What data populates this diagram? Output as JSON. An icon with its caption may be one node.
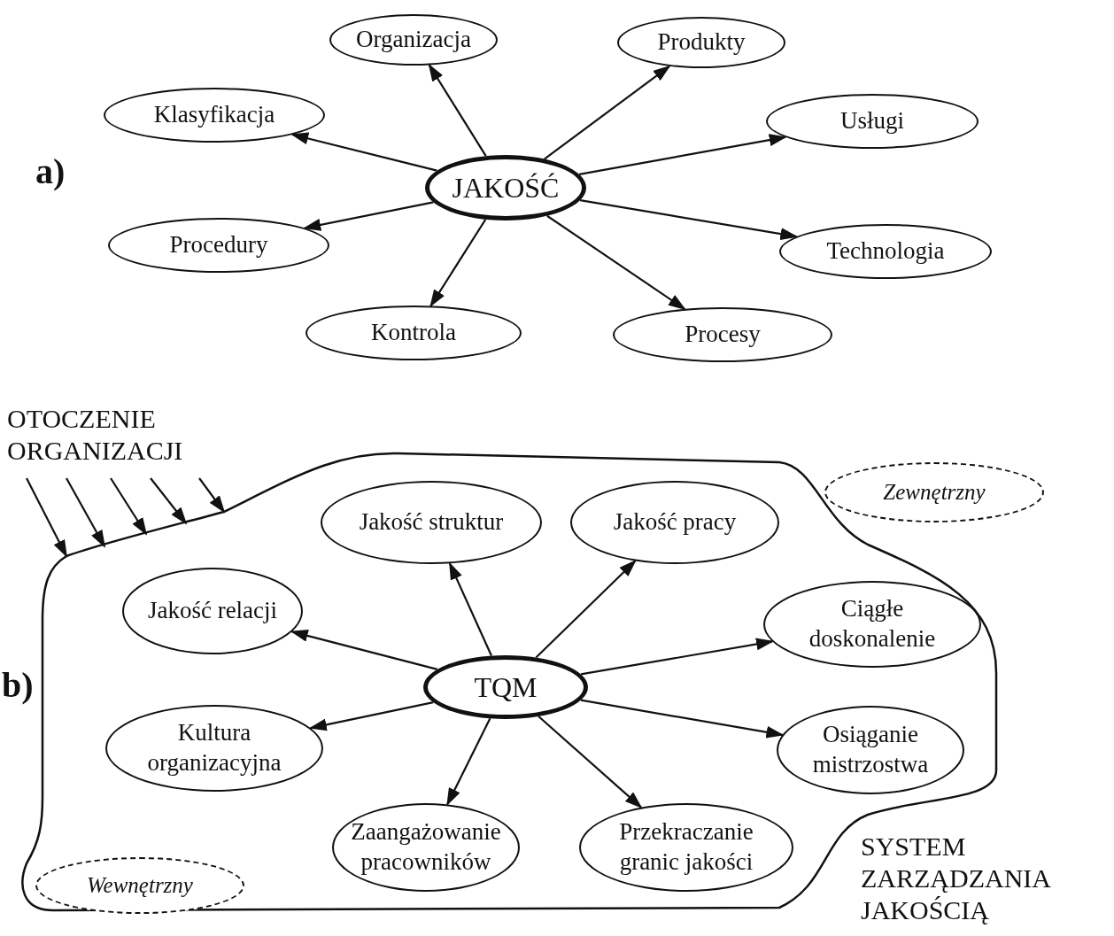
{
  "diagram": {
    "nodes": [
      {
        "text": [
          "Organizacja"
        ]
      },
      {
        "text": [
          "Produkty"
        ]
      },
      {
        "text": [
          "Klasyfikacja"
        ]
      },
      {
        "text": [
          "Usługi"
        ]
      },
      {
        "text": [
          "JAKOŚĆ"
        ]
      },
      {
        "text": [
          "Procedury"
        ]
      },
      {
        "text": [
          "Technologia"
        ]
      },
      {
        "text": [
          "Kontrola"
        ]
      },
      {
        "text": [
          "Procesy"
        ]
      },
      {
        "text": [
          "OTOCZENIE ORGANIZACJI"
        ]
      },
      {
        "text": [
          "SYSTEM ZARZĄDZANIA JAKOŚCIĄ"
        ]
      },
      {
        "text": [
          "Zewnętrzny"
        ]
      },
      {
        "text": [
          "Jakość struktur"
        ],
        "in": 10
      },
      {
        "text": [
          "Jakość pracy"
        ],
        "in": 10
      },
      {
        "text": [
          "Jakość relacji"
        ],
        "in": 10
      },
      {
        "text": [
          "Ciągłe doskonalenie"
        ],
        "in": 10
      },
      {
        "text": [
          "TQM"
        ],
        "in": 10
      },
      {
        "text": [
          "Kultura organizacyjna"
        ],
        "in": 10
      },
      {
        "text": [
          "Osiąganie mistrzostwa"
        ],
        "in": 10
      },
      {
        "text": [
          "Zaangażowanie pracowników"
        ],
        "in": 10
      },
      {
        "text": [
          "Przekraczanie granic jakości"
        ],
        "in": 10
      },
      {
        "text": [
          "Wewnętrzny"
        ],
        "in": 10
      }
    ],
    "edges": [
      {
        "from": 4,
        "to": 0,
        "arrow": "to"
      },
      {
        "from": 4,
        "to": 1,
        "arrow": "to"
      },
      {
        "from": 4,
        "to": 2,
        "arrow": "to"
      },
      {
        "from": 4,
        "to": 3,
        "arrow": "to"
      },
      {
        "from": 4,
        "to": 5,
        "arrow": "to"
      },
      {
        "from": 4,
        "to": 6,
        "arrow": "to"
      },
      {
        "from": 4,
        "to": 7,
        "arrow": "to"
      },
      {
        "from": 4,
        "to": 8,
        "arrow": "to"
      },
      {
        "from": 9,
        "to": 10,
        "arrow": "to"
      },
      {
        "from": 9,
        "to": 10,
        "arrow": "to"
      },
      {
        "from": 9,
        "to": 10,
        "arrow": "to"
      },
      {
        "from": 9,
        "to": 10,
        "arrow": "to"
      },
      {
        "from": 9,
        "to": 10,
        "arrow": "to"
      },
      {
        "from": 16,
        "to": 12,
        "arrow": "to"
      },
      {
        "from": 16,
        "to": 13,
        "arrow": "to"
      },
      {
        "from": 16,
        "to": 14,
        "arrow": "to"
      },
      {
        "from": 16,
        "to": 15,
        "arrow": "to"
      },
      {
        "from": 16,
        "to": 17,
        "arrow": "to"
      },
      {
        "from": 16,
        "to": 18,
        "arrow": "to"
      },
      {
        "from": 16,
        "to": 19,
        "arrow": "to"
      },
      {
        "from": 16,
        "to": 20,
        "arrow": "to"
      }
    ],
    "labels": [
      "a)",
      "b)"
    ]
  }
}
